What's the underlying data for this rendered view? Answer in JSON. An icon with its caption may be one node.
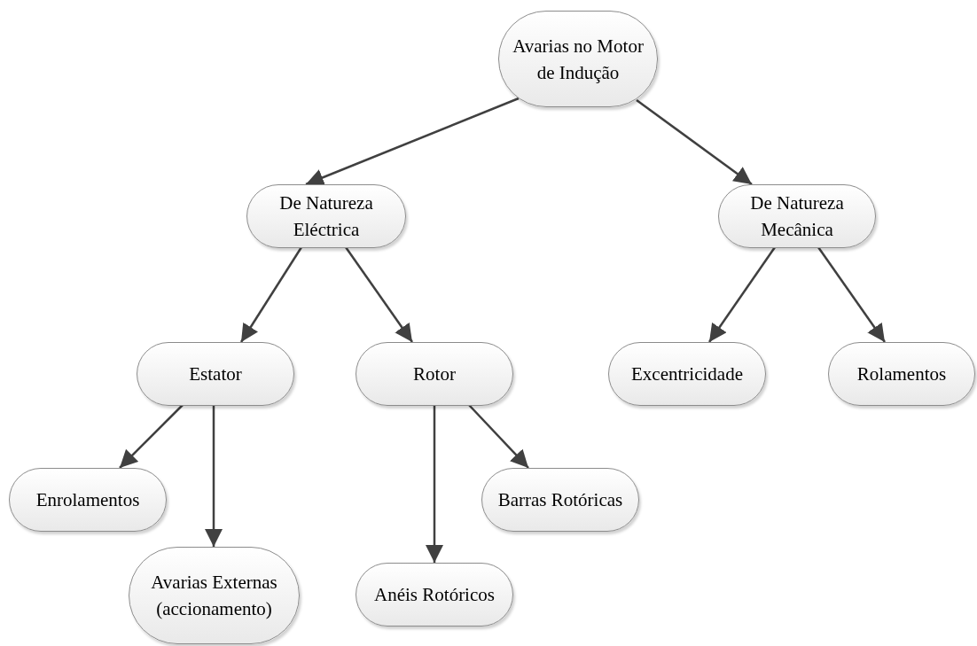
{
  "diagram": {
    "nodes": [
      {
        "text": [
          "Avarias no Motor de Indução"
        ]
      },
      {
        "text": [
          "De Natureza Eléctrica"
        ]
      },
      {
        "text": [
          "De Natureza Mecânica"
        ]
      },
      {
        "text": [
          "Estator"
        ]
      },
      {
        "text": [
          "Rotor"
        ]
      },
      {
        "text": [
          "Excentricidade"
        ]
      },
      {
        "text": [
          "Rolamentos"
        ]
      },
      {
        "text": [
          "Enrolamentos"
        ]
      },
      {
        "text": [
          "Avarias Externas (accionamento)"
        ]
      },
      {
        "text": [
          "Barras Rotóricas"
        ]
      },
      {
        "text": [
          "Anéis Rotóricos"
        ]
      }
    ],
    "edges": [
      {
        "from": 0,
        "to": 1,
        "arrow": "to"
      },
      {
        "from": 0,
        "to": 2,
        "arrow": "to"
      },
      {
        "from": 1,
        "to": 3,
        "arrow": "to"
      },
      {
        "from": 1,
        "to": 4,
        "arrow": "to"
      },
      {
        "from": 2,
        "to": 5,
        "arrow": "to"
      },
      {
        "from": 2,
        "to": 6,
        "arrow": "to"
      },
      {
        "from": 3,
        "to": 7,
        "arrow": "to"
      },
      {
        "from": 3,
        "to": 8,
        "arrow": "to"
      },
      {
        "from": 4,
        "to": 9,
        "arrow": "to"
      },
      {
        "from": 4,
        "to": 10,
        "arrow": "to"
      }
    ]
  }
}
